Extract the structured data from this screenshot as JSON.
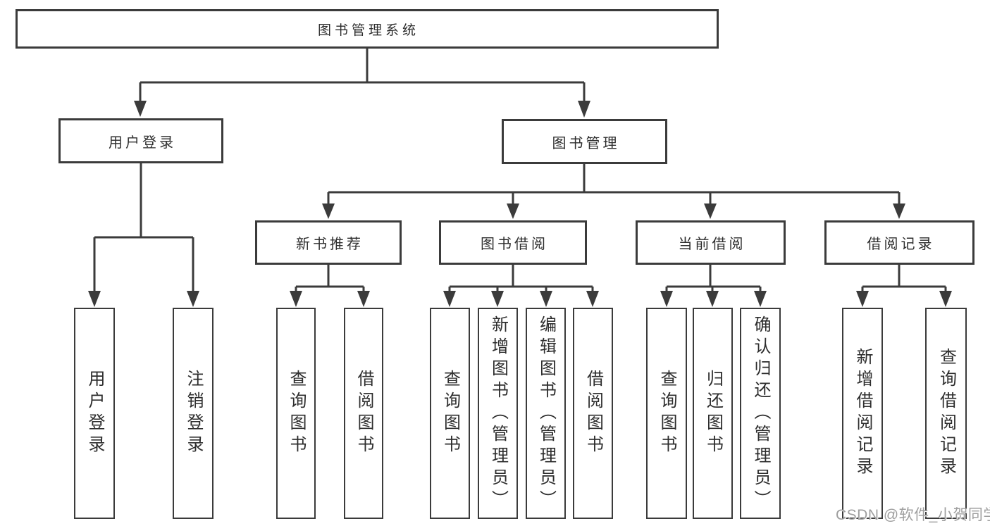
{
  "diagram": {
    "type": "hierarchy-tree",
    "root": {
      "label": "图书管理系统"
    },
    "branches": [
      {
        "label": "用户登录",
        "children": [
          {
            "label": "用户登录"
          },
          {
            "label": "注销登录"
          }
        ]
      },
      {
        "label": "图书管理",
        "children": [
          {
            "label": "新书推荐",
            "children": [
              {
                "label": "查询图书"
              },
              {
                "label": "借阅图书"
              }
            ]
          },
          {
            "label": "图书借阅",
            "children": [
              {
                "label": "查询图书"
              },
              {
                "label": "新增图书（管理员）"
              },
              {
                "label": "编辑图书（管理员）"
              },
              {
                "label": "借阅图书"
              }
            ]
          },
          {
            "label": "当前借阅",
            "children": [
              {
                "label": "查询图书"
              },
              {
                "label": "归还图书"
              },
              {
                "label": "确认归还（管理员）"
              }
            ]
          },
          {
            "label": "借阅记录",
            "children": [
              {
                "label": "新增借阅记录"
              },
              {
                "label": "查询借阅记录"
              }
            ]
          }
        ]
      }
    ]
  },
  "watermark": {
    "text": "CSDN @软件_小贺同学"
  },
  "colors": {
    "line": "#3b3b3b",
    "box_border": "#3b3b3b",
    "box_background": "#ffffff",
    "text": "#2d2d2d",
    "watermark_text": "#9e9e9e",
    "page_background": "#ffffff"
  }
}
